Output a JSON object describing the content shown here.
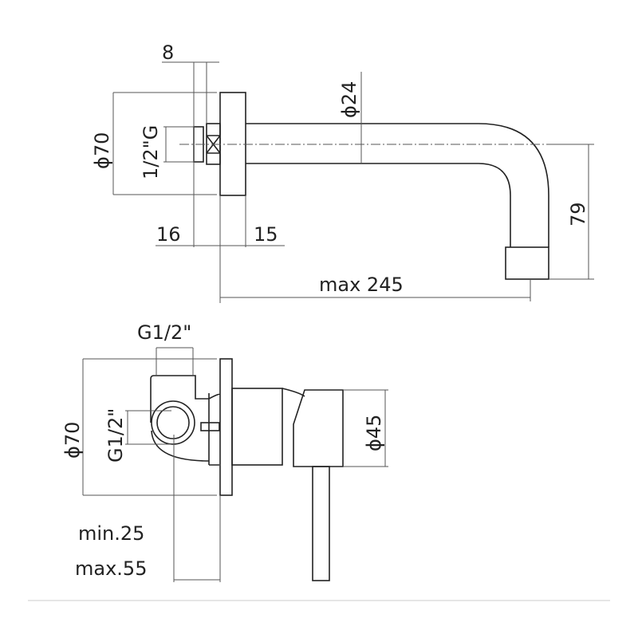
{
  "top_view": {
    "dim_8": "8",
    "dim_phi70": "ϕ70",
    "dim_thread": "1/2\"G",
    "dim_phi24": "ϕ24",
    "dim_79": "79",
    "dim_16": "16",
    "dim_15": "15",
    "dim_max245": "max 245"
  },
  "bottom_view": {
    "dim_g12_top": "G1/2\"",
    "dim_g12_side": "G1/2\"",
    "dim_phi70": "ϕ70",
    "dim_phi45": "ϕ45",
    "dim_min": "min.25",
    "dim_max": "max.55"
  }
}
